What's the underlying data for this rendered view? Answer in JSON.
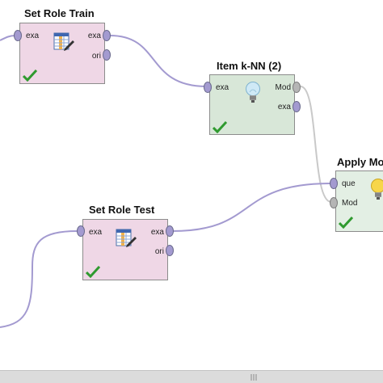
{
  "process": {
    "operators": {
      "set_role_train": {
        "title": "Set Role Train",
        "ports_in": [
          "exa"
        ],
        "ports_out": [
          "exa",
          "ori"
        ]
      },
      "item_knn": {
        "title": "Item k-NN (2)",
        "ports_in": [
          "exa"
        ],
        "ports_out": [
          "Mod",
          "exa"
        ]
      },
      "apply_model": {
        "title": "Apply Mo",
        "ports_in": [
          "que",
          "Mod"
        ]
      },
      "set_role_test": {
        "title": "Set Role Test",
        "ports_in": [
          "exa"
        ],
        "ports_out": [
          "exa",
          "ori"
        ]
      }
    }
  },
  "icons": {
    "set_role": "table-pencil-icon",
    "learner": "lightbulb-icon",
    "status": "checkmark-icon",
    "grip": "scroll-grip-icon"
  },
  "colors": {
    "set_role_bg": "#efd7e6",
    "learner_bg": "#d8e7d8",
    "apply_bg": "#e3efe4",
    "wire": "#a39ad0",
    "model_wire": "#b5b5b5",
    "check": "#2f9a2f"
  }
}
